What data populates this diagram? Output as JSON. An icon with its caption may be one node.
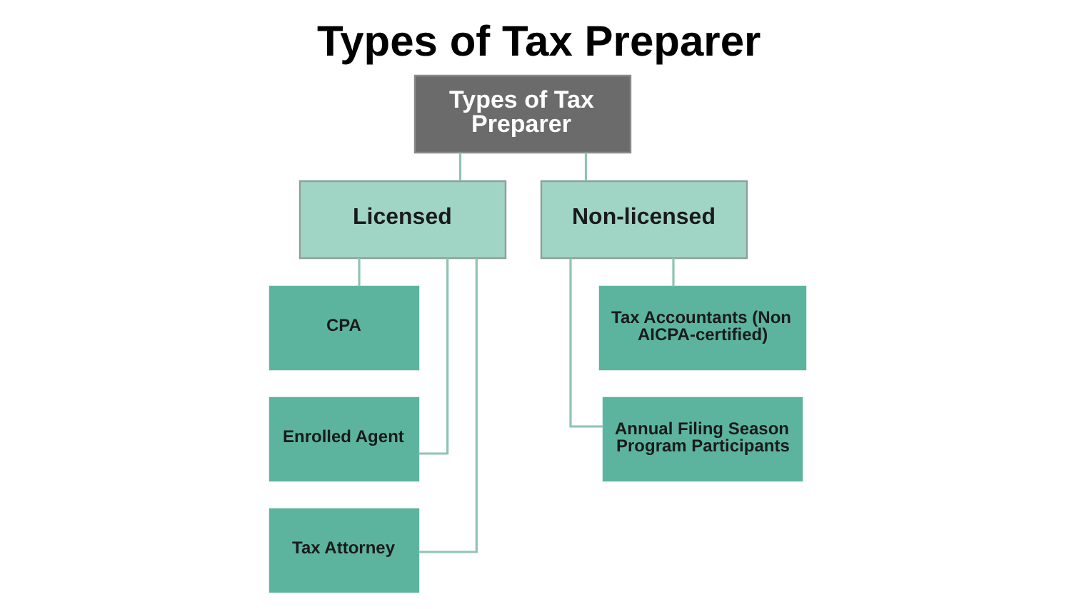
{
  "diagram": {
    "title": "Types of Tax Preparer",
    "nodes": [
      {
        "text": [
          "Types of Tax Preparer"
        ]
      },
      {
        "text": [
          "Licensed"
        ]
      },
      {
        "text": [
          "Non-licensed"
        ]
      },
      {
        "text": [
          "CPA"
        ]
      },
      {
        "text": [
          "Enrolled Agent"
        ]
      },
      {
        "text": [
          "Tax Attorney"
        ]
      },
      {
        "text": [
          "Tax Accountants (Non AICPA-certified)"
        ]
      },
      {
        "text": [
          "Annual Filing Season Program Participants"
        ]
      }
    ],
    "edges": [
      {
        "from": 0,
        "to": 1,
        "arrow": "none"
      },
      {
        "from": 0,
        "to": 2,
        "arrow": "none"
      },
      {
        "from": 1,
        "to": 3,
        "arrow": "none"
      },
      {
        "from": 1,
        "to": 4,
        "arrow": "none"
      },
      {
        "from": 1,
        "to": 5,
        "arrow": "none"
      },
      {
        "from": 2,
        "to": 6,
        "arrow": "none"
      },
      {
        "from": 2,
        "to": 7,
        "arrow": "none"
      }
    ]
  }
}
